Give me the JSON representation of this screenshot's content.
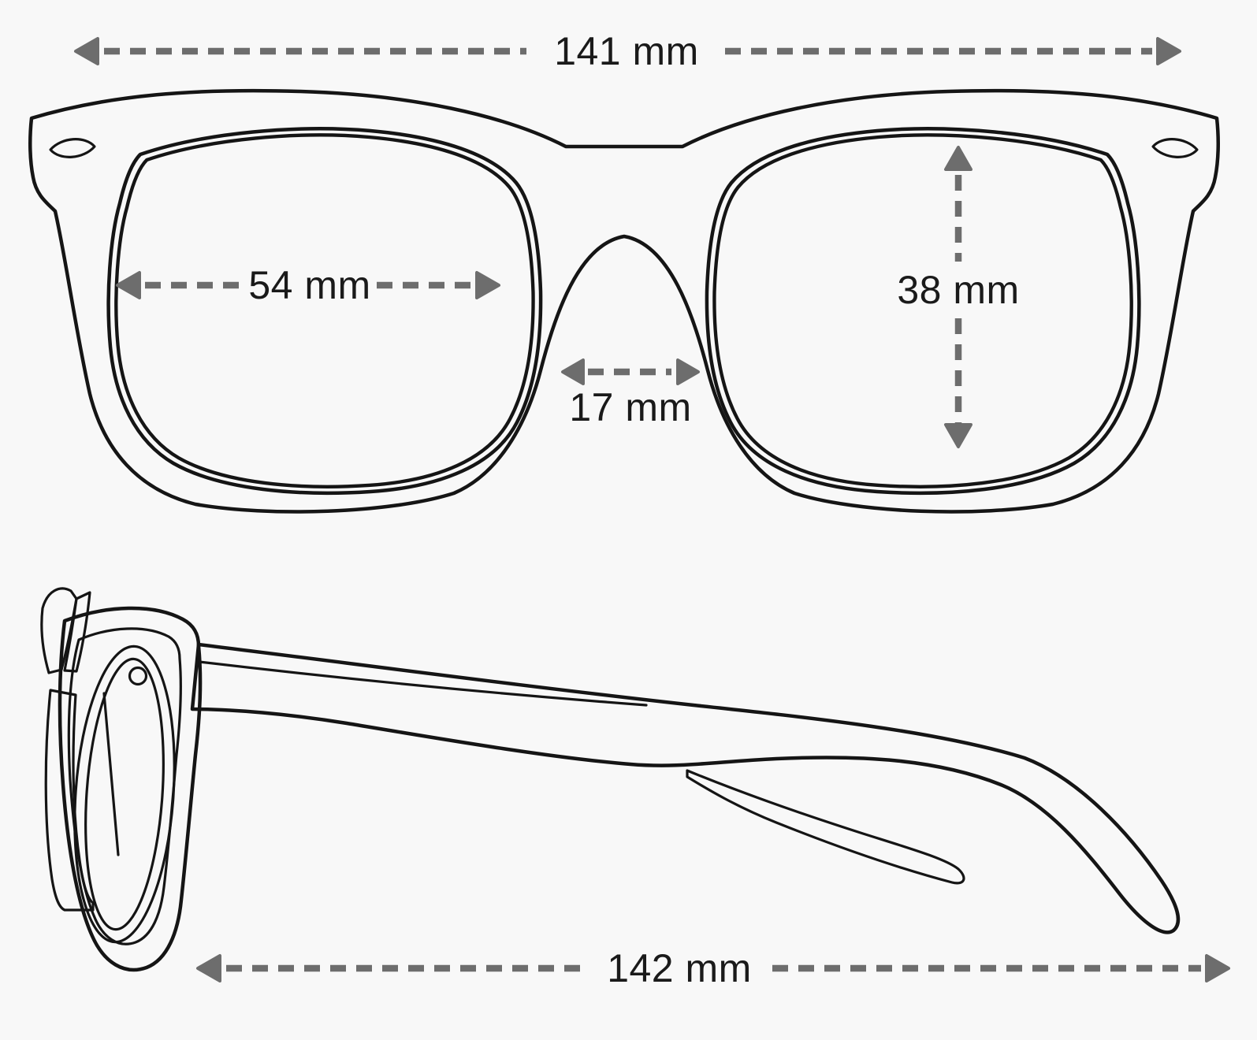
{
  "diagram": {
    "name": "eyeglasses-measurement-diagram",
    "measurements": {
      "frame_width": "141 mm",
      "lens_width": "54 mm",
      "bridge_width": "17 mm",
      "lens_height": "38 mm",
      "temple_length": "142 mm"
    },
    "colors": {
      "background": "#f8f8f8",
      "artwork_line": "#151515",
      "dimension_line": "#6d6d6d",
      "label_text": "#1a1a1a"
    }
  }
}
